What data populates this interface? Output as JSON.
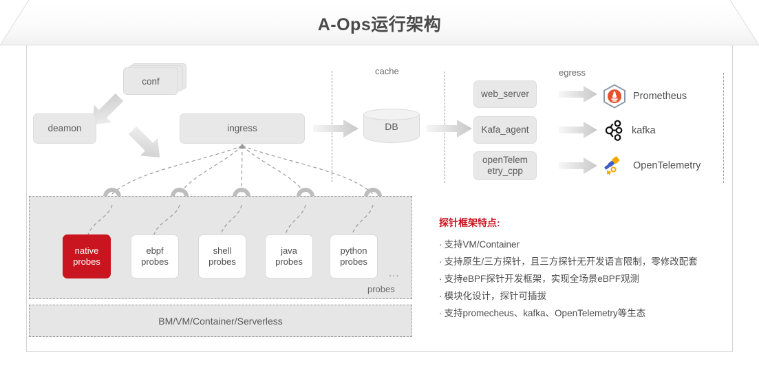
{
  "header": {
    "title": "A-Ops运行架构"
  },
  "nodes": {
    "conf": "conf",
    "deamon": "deamon",
    "ingress": "ingress",
    "db": "DB"
  },
  "labels": {
    "cache": "cache",
    "egress": "egress",
    "probes_zone": "probes",
    "host_zone": "BM/VM/Container/Serverless",
    "ellipsis": "..."
  },
  "egress": {
    "boxes": [
      {
        "label": "web_server"
      },
      {
        "label": "Kafa_agent"
      },
      {
        "label": "openTelem\netry_cpp"
      }
    ],
    "targets": [
      {
        "icon": "prometheus-logo",
        "label": "Prometheus"
      },
      {
        "icon": "kafka-logo",
        "label": "kafka"
      },
      {
        "icon": "opentelemetry-logo",
        "label": "OpenTelemetry"
      }
    ]
  },
  "probes": [
    {
      "label": "native\nprobes",
      "active": true
    },
    {
      "label": "ebpf\nprobes",
      "active": false
    },
    {
      "label": "shell\nprobes",
      "active": false
    },
    {
      "label": "java\nprobes",
      "active": false
    },
    {
      "label": "python\nprobes",
      "active": false
    }
  ],
  "features": {
    "title": "探针框架特点:",
    "items": [
      "支持VM/Container",
      "支持原生/三方探针，且三方探针无开发语言限制，零修改配套",
      "支持eBPF探针开发框架，实现全场景eBPF观测",
      "模块化设计，探针可插拔",
      "支持promecheus、kafka、OpenTelemetry等生态"
    ]
  },
  "colors": {
    "accent_red": "#c8151f",
    "node_grey": "#e8e8e8",
    "zone_grey": "#e6e6e6",
    "text_grey": "#5a5a5a",
    "prometheus_orange": "#e6522c",
    "otel_blue": "#425cc7",
    "otel_orange": "#f5a800"
  }
}
